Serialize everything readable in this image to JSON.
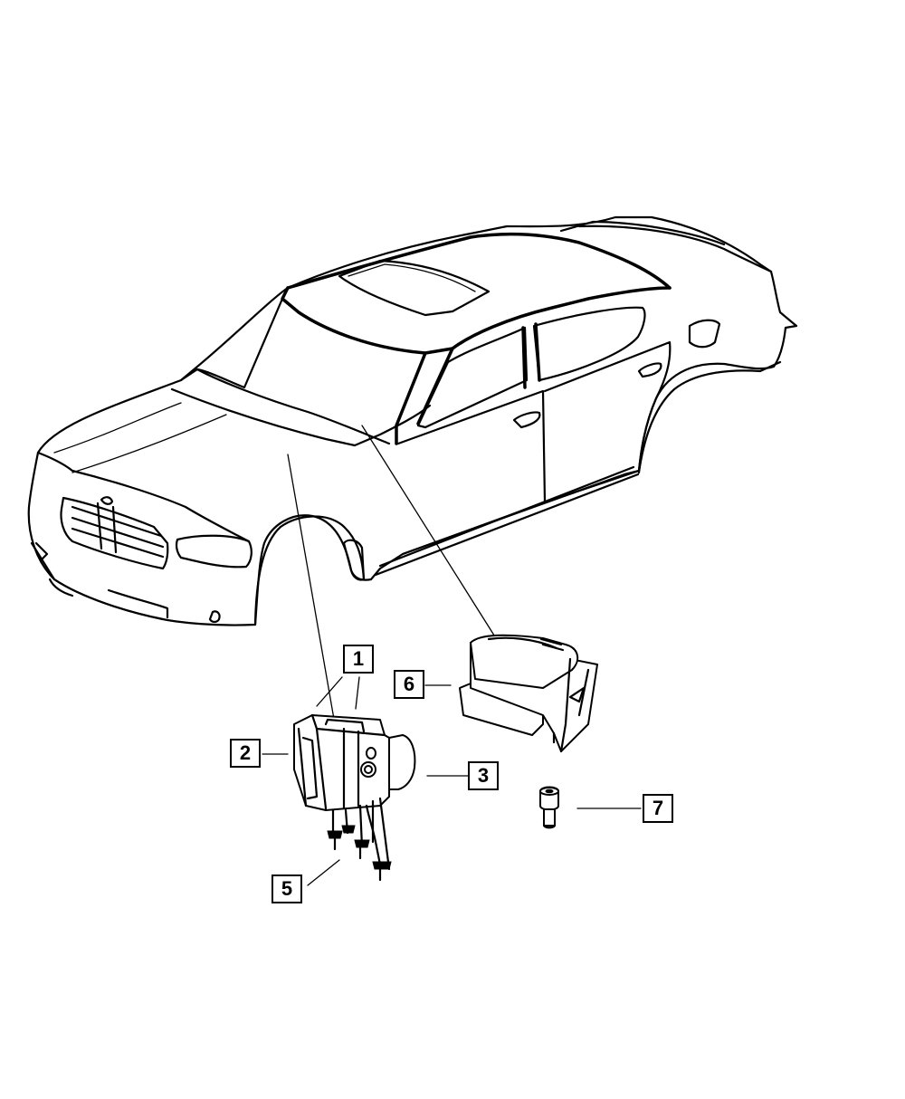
{
  "diagram": {
    "callouts": [
      {
        "id": "1",
        "label": "1"
      },
      {
        "id": "2",
        "label": "2"
      },
      {
        "id": "3",
        "label": "3"
      },
      {
        "id": "5",
        "label": "5"
      },
      {
        "id": "6",
        "label": "6"
      },
      {
        "id": "7",
        "label": "7"
      }
    ],
    "components": [
      {
        "name": "vehicle-body",
        "icon": "sedan-outline-icon"
      },
      {
        "name": "abs-hydraulic-control-unit",
        "icon": "abs-module-icon"
      },
      {
        "name": "abs-mounting-bracket",
        "icon": "bracket-icon"
      },
      {
        "name": "screw",
        "icon": "bolt-icon"
      }
    ]
  }
}
